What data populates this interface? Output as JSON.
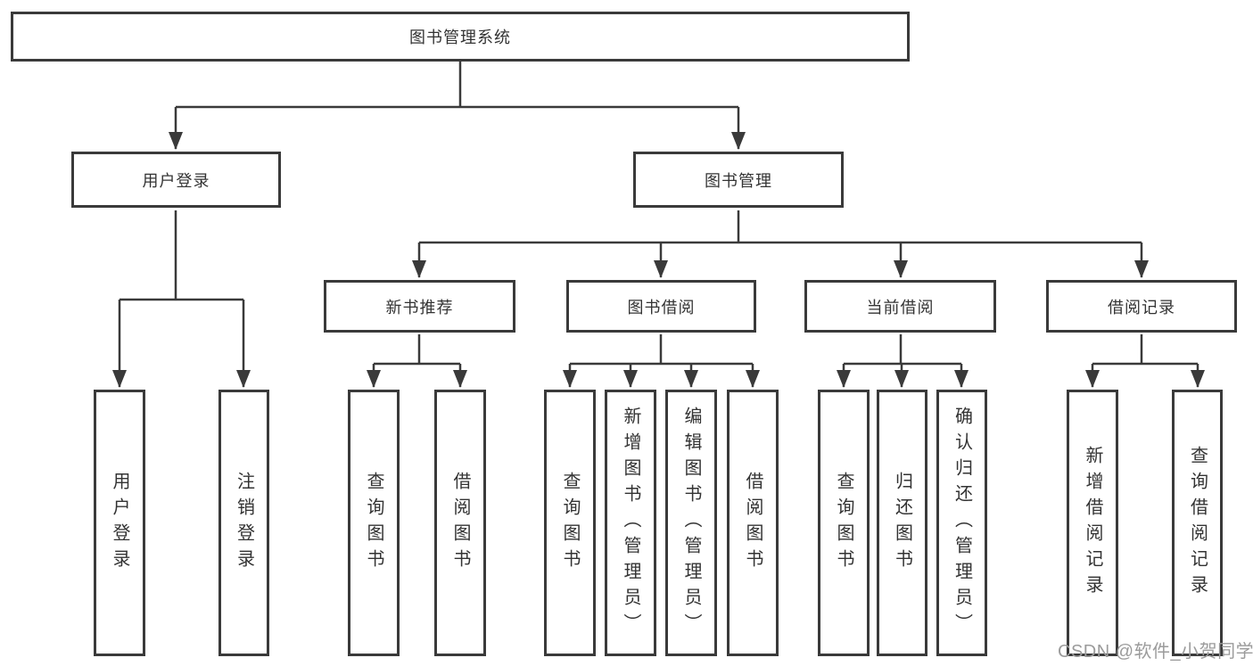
{
  "diagram": {
    "root": {
      "label": "图书管理系统"
    },
    "level2": [
      {
        "label": "用户登录"
      },
      {
        "label": "图书管理"
      }
    ],
    "level3": [
      {
        "label": "新书推荐"
      },
      {
        "label": "图书借阅"
      },
      {
        "label": "当前借阅"
      },
      {
        "label": "借阅记录"
      }
    ],
    "leaves": {
      "user_login": [
        "用户登录",
        "注销登录"
      ],
      "new_book_recommend": [
        "查询图书",
        "借阅图书"
      ],
      "book_borrow": [
        "查询图书",
        "新增图书（管理员）",
        "编辑图书（管理员）",
        "借阅图书"
      ],
      "current_borrow": [
        "查询图书",
        "归还图书",
        "确认归还（管理员）"
      ],
      "borrow_records": [
        "新增借阅记录",
        "查询借阅记录"
      ]
    }
  },
  "watermark": "CSDN @软件_小贺同学",
  "colors": {
    "line": "#3a3a3a",
    "text": "#333333",
    "background": "#ffffff",
    "watermark": "#9b9b9b"
  }
}
